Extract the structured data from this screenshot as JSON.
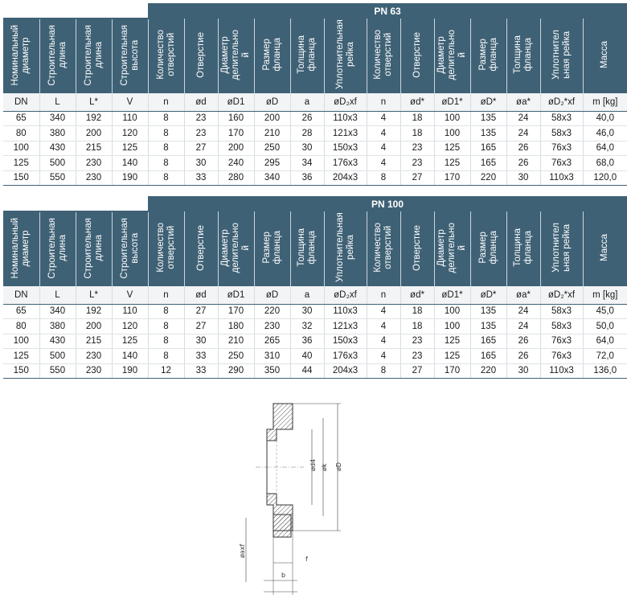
{
  "headers": [
    {
      "label": "Номинальный\nдиаметр",
      "vertical": true
    },
    {
      "label": "Строительная\nдлина",
      "vertical": true
    },
    {
      "label": "Строительная\nдлина",
      "vertical": true
    },
    {
      "label": "Строительная\nвысота",
      "vertical": true
    },
    {
      "label": "Количество\nотверстий",
      "vertical": true
    },
    {
      "label": "Отверстие",
      "vertical": true
    },
    {
      "label": "Диаметр\nделительно\nй",
      "vertical": true
    },
    {
      "label": "Размер\nфланца",
      "vertical": true
    },
    {
      "label": "Толщина\nфланца",
      "vertical": true
    },
    {
      "label": "Уплотнительная рейка",
      "vertical": true
    },
    {
      "label": "Количество\nотверстий",
      "vertical": true
    },
    {
      "label": "Отверстие",
      "vertical": true
    },
    {
      "label": "Диаметр\nделительно\nй",
      "vertical": true
    },
    {
      "label": "Размер\nфланца",
      "vertical": true
    },
    {
      "label": "Толщина\nфланца",
      "vertical": true
    },
    {
      "label": "Уплотнител\nьная рейка",
      "vertical": true
    },
    {
      "label": "Масса",
      "vertical": true
    }
  ],
  "symbols": [
    "DN",
    "L",
    "L*",
    "V",
    "n",
    "ød",
    "øD1",
    "øD",
    "a",
    "øD₂xf",
    "n",
    "ød*",
    "øD1*",
    "øD*",
    "øa*",
    "øD₂*xf",
    "m [kg]"
  ],
  "tables": [
    {
      "title": "PN 63",
      "rows": [
        [
          "65",
          "340",
          "192",
          "110",
          "8",
          "23",
          "160",
          "200",
          "26",
          "110x3",
          "4",
          "18",
          "100",
          "135",
          "24",
          "58x3",
          "40,0"
        ],
        [
          "80",
          "380",
          "200",
          "120",
          "8",
          "23",
          "170",
          "210",
          "28",
          "121x3",
          "4",
          "18",
          "100",
          "135",
          "24",
          "58x3",
          "46,0"
        ],
        [
          "100",
          "430",
          "215",
          "125",
          "8",
          "27",
          "200",
          "250",
          "30",
          "150x3",
          "4",
          "23",
          "125",
          "165",
          "26",
          "76x3",
          "64,0"
        ],
        [
          "125",
          "500",
          "230",
          "140",
          "8",
          "30",
          "240",
          "295",
          "34",
          "176x3",
          "4",
          "23",
          "125",
          "165",
          "26",
          "76x3",
          "68,0"
        ],
        [
          "150",
          "550",
          "230",
          "190",
          "8",
          "33",
          "280",
          "340",
          "36",
          "204x3",
          "8",
          "27",
          "170",
          "220",
          "30",
          "110x3",
          "120,0"
        ]
      ]
    },
    {
      "title": "PN 100",
      "rows": [
        [
          "65",
          "340",
          "192",
          "110",
          "8",
          "27",
          "170",
          "220",
          "30",
          "110x3",
          "4",
          "18",
          "100",
          "135",
          "24",
          "58x3",
          "45,0"
        ],
        [
          "80",
          "380",
          "200",
          "120",
          "8",
          "27",
          "180",
          "230",
          "32",
          "121x3",
          "4",
          "18",
          "100",
          "135",
          "24",
          "58x3",
          "50,0"
        ],
        [
          "100",
          "430",
          "215",
          "125",
          "8",
          "30",
          "210",
          "265",
          "36",
          "150x3",
          "4",
          "23",
          "125",
          "165",
          "26",
          "76x3",
          "64,0"
        ],
        [
          "125",
          "500",
          "230",
          "140",
          "8",
          "33",
          "250",
          "310",
          "40",
          "176x3",
          "4",
          "23",
          "125",
          "165",
          "26",
          "76x3",
          "72,0"
        ],
        [
          "150",
          "550",
          "230",
          "190",
          "12",
          "33",
          "290",
          "350",
          "44",
          "204x3",
          "8",
          "27",
          "170",
          "220",
          "30",
          "110x3",
          "136,0"
        ]
      ]
    }
  ],
  "drawing": {
    "labels": {
      "dim1": "ød4",
      "dim2": "øk",
      "dim3": "øD",
      "dim4": "øaxf",
      "dim5": "b",
      "dim6": "f"
    }
  },
  "colors": {
    "header_bg": "#3f6175",
    "header_text": "#ffffff",
    "symbol_row_bg": "#f2f4f6"
  }
}
